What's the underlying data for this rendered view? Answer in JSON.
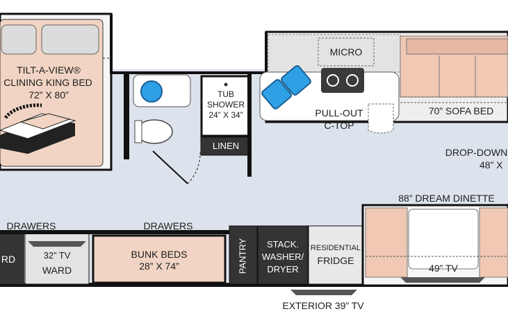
{
  "colors": {
    "floor": "#dde3ec",
    "wall": "#111111",
    "bed_fill": "#f1d4c3",
    "cabinet": "#e3e3e3",
    "dark_cabinet": "#343434",
    "seat": "#f0c8b4",
    "sink": "#2f9fe6"
  },
  "labels": {
    "bed": {
      "line1": "TILT-A-VIEW®",
      "line2": "CLINING KING BED",
      "line3": "72” X 80”"
    },
    "shower": {
      "line1": "TUB",
      "line2": "SHOWER",
      "line3": "24” X 34”"
    },
    "linen": "LINEN",
    "micro": "MICRO",
    "pullout": {
      "line1": "PULL-OUT",
      "line2": "C-TOP"
    },
    "sofa": "70” SOFA BED",
    "dropdown": {
      "line1": "DROP-DOWN",
      "line2": "48” X"
    },
    "dinette": "88” DREAM DINETTE",
    "drawers_left": "DRAWERS",
    "drawers_mid": "DRAWERS",
    "wardrobe": {
      "line1": "32” TV",
      "line2": "WARD"
    },
    "rd": "RD",
    "bunk": {
      "line1": "BUNK BEDS",
      "line2": "28” X 74”"
    },
    "pantry": "PANTRY",
    "washer": {
      "line1": "STACK.",
      "line2": "WASHER/",
      "line3": "DRYER"
    },
    "fridge": {
      "line1": "RESIDENTIAL",
      "line2": "FRIDGE"
    },
    "tv49": "49” TV",
    "exterior_tv": "EXTERIOR 39” TV"
  }
}
